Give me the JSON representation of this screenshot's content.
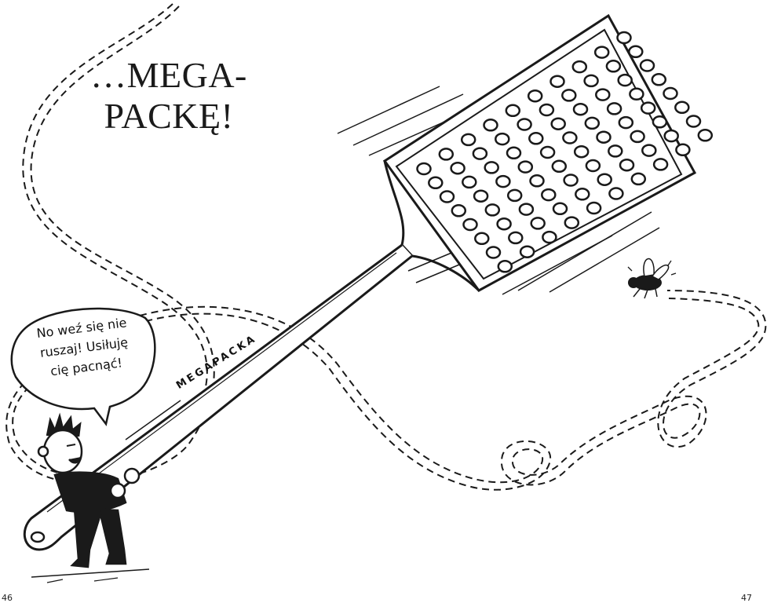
{
  "title": {
    "line1": "…MEGA-",
    "line2": "PACKĘ!"
  },
  "speech_bubble": {
    "line1": "No weź się nie",
    "line2": "ruszaj! Usiłuję",
    "line3": "cię pacnąć!"
  },
  "swatter_label": "MEGAPACKA",
  "page_numbers": {
    "left": "46",
    "right": "47"
  },
  "colors": {
    "ink": "#1a1a1a",
    "paper": "#ffffff"
  },
  "icons": {
    "boy": "boy-figure-icon",
    "fly": "fly-icon",
    "swatter": "fly-swatter-icon"
  }
}
